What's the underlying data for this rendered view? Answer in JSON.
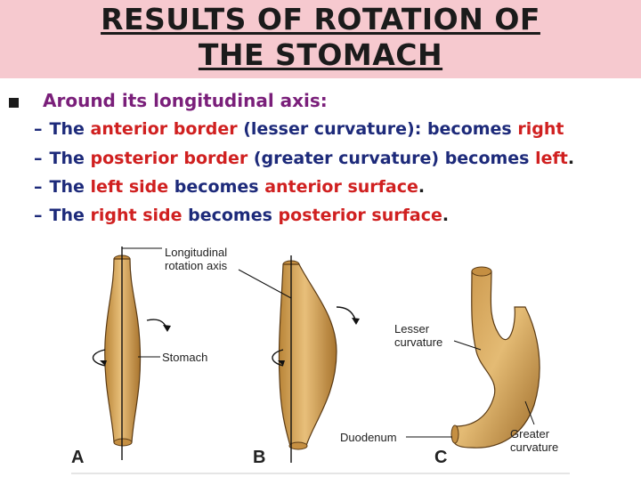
{
  "title": {
    "line1": "RESULTS OF ROTATION OF",
    "line2": "THE STOMACH"
  },
  "bullet": {
    "heading": "Around its longitudinal axis:",
    "items": [
      {
        "dash": "–",
        "p1": "The ",
        "p2": "anterior border",
        "p3": " (lesser curvature): becomes ",
        "p4": "right",
        "p5": ""
      },
      {
        "dash": "–",
        "p1": "The ",
        "p2": "posterior border",
        "p3": " (greater curvature) becomes ",
        "p4": "left",
        "p5": "."
      },
      {
        "dash": "–",
        "p1": "The ",
        "p2": "left side",
        "p3": " becomes ",
        "p4": "anterior surface",
        "p5": "."
      },
      {
        "dash": "–",
        "p1": "The ",
        "p2": "right side",
        "p3": " becomes ",
        "p4": "posterior surface",
        "p5": "."
      }
    ]
  },
  "figure": {
    "labels": {
      "axis_line1": "Longitudinal",
      "axis_line2": "rotation axis",
      "stomach": "Stomach",
      "lesser_line1": "Lesser",
      "lesser_line2": "curvature",
      "duodenum": "Duodenum",
      "greater_line1": "Greater",
      "greater_line2": "curvature"
    },
    "panels": [
      "A",
      "B",
      "C"
    ]
  },
  "colors": {
    "title_band": "#f6c9cf",
    "heading": "#7a1f7a",
    "body_text": "#1d2a7a",
    "highlight": "#d02020",
    "stomach_fill": "#d9a85c"
  }
}
